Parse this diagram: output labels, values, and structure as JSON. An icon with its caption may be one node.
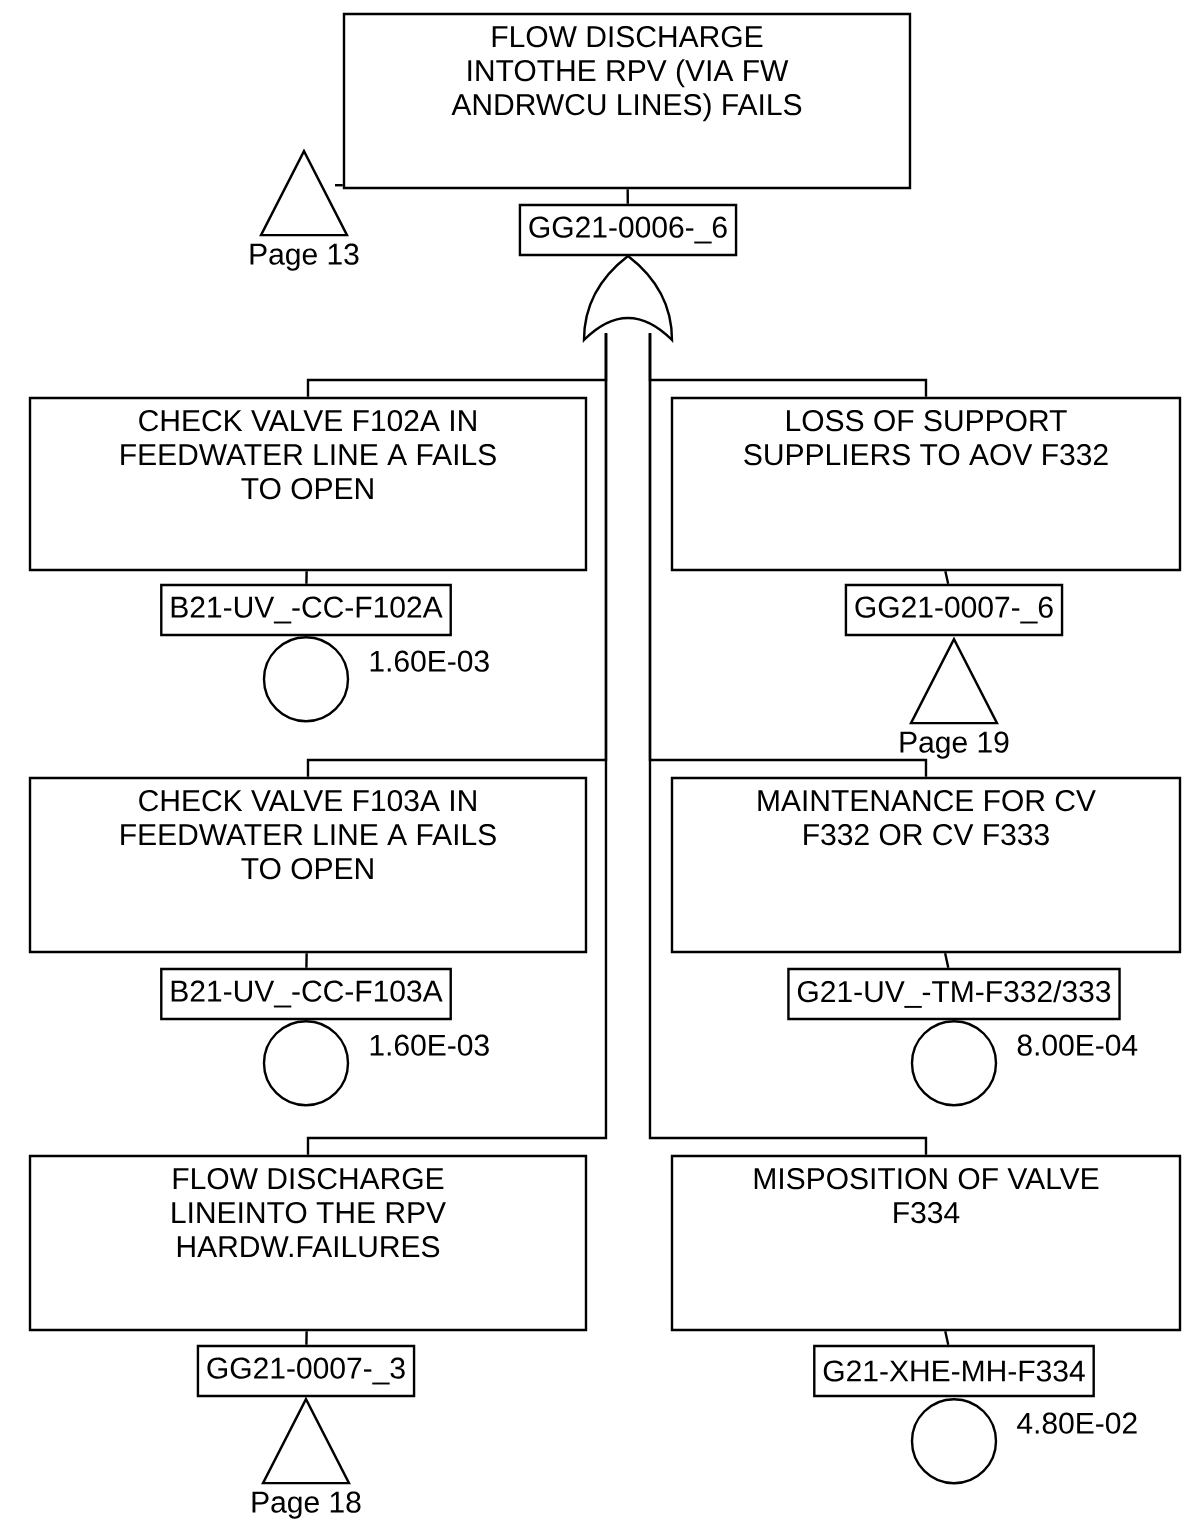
{
  "diagram": {
    "nodes": [
      {
        "text": [
          "FLOW DISCHARGE INTOTHE RPV (VIA FW ANDRWCU LINES) FAILS"
        ]
      },
      {
        "text": [],
        "shape": "triangle",
        "beside": [
          "Page 13"
        ]
      },
      {
        "text": [
          "GG21-0006-_6"
        ]
      },
      {
        "text": [],
        "shape": "gate"
      },
      {
        "text": [
          "CHECK VALVE F102A IN FEEDWATER LINE A FAILS TO OPEN"
        ]
      },
      {
        "text": [
          "B21-UV_-CC-F102A"
        ]
      },
      {
        "text": [],
        "shape": "circle",
        "beside": [
          "1.60E-03"
        ]
      },
      {
        "text": [
          "LOSS OF SUPPORT SUPPLIERS TO AOV F332"
        ]
      },
      {
        "text": [
          "GG21-0007-_6"
        ]
      },
      {
        "text": [],
        "shape": "triangle",
        "beside": [
          "Page 19"
        ]
      },
      {
        "text": [
          "CHECK VALVE F103A IN FEEDWATER LINE A FAILS TO OPEN"
        ]
      },
      {
        "text": [
          "B21-UV_-CC-F103A"
        ]
      },
      {
        "text": [],
        "shape": "circle",
        "beside": [
          "1.60E-03"
        ]
      },
      {
        "text": [
          "MAINTENANCE FOR CV F332 OR CV F333"
        ]
      },
      {
        "text": [
          "G21-UV_-TM-F332/333"
        ]
      },
      {
        "text": [],
        "shape": "circle",
        "beside": [
          "8.00E-04"
        ]
      },
      {
        "text": [
          "FLOW DISCHARGE LINEINTO THE RPV HARDW.FAILURES"
        ]
      },
      {
        "text": [
          "GG21-0007-_3"
        ]
      },
      {
        "text": [],
        "shape": "triangle",
        "beside": [
          "Page 18"
        ]
      },
      {
        "text": [
          "MISPOSITION OF VALVE F334"
        ]
      },
      {
        "text": [
          "G21-XHE-MH-F334"
        ]
      },
      {
        "text": [],
        "shape": "circle",
        "beside": [
          "4.80E-02"
        ]
      }
    ],
    "edges": [
      {
        "from": 0,
        "to": 1,
        "arrow": "none"
      },
      {
        "from": 0,
        "to": 2,
        "arrow": "none"
      },
      {
        "from": 3,
        "to": 4,
        "arrow": "none"
      },
      {
        "from": 3,
        "to": 7,
        "arrow": "none"
      },
      {
        "from": 3,
        "to": 10,
        "arrow": "none"
      },
      {
        "from": 3,
        "to": 13,
        "arrow": "none"
      },
      {
        "from": 3,
        "to": 16,
        "arrow": "none"
      },
      {
        "from": 3,
        "to": 19,
        "arrow": "none"
      },
      {
        "from": 4,
        "to": 5,
        "arrow": "none"
      },
      {
        "from": 7,
        "to": 8,
        "arrow": "none"
      },
      {
        "from": 10,
        "to": 11,
        "arrow": "none"
      },
      {
        "from": 13,
        "to": 14,
        "arrow": "none"
      },
      {
        "from": 16,
        "to": 17,
        "arrow": "none"
      },
      {
        "from": 19,
        "to": 20,
        "arrow": "none"
      }
    ]
  }
}
